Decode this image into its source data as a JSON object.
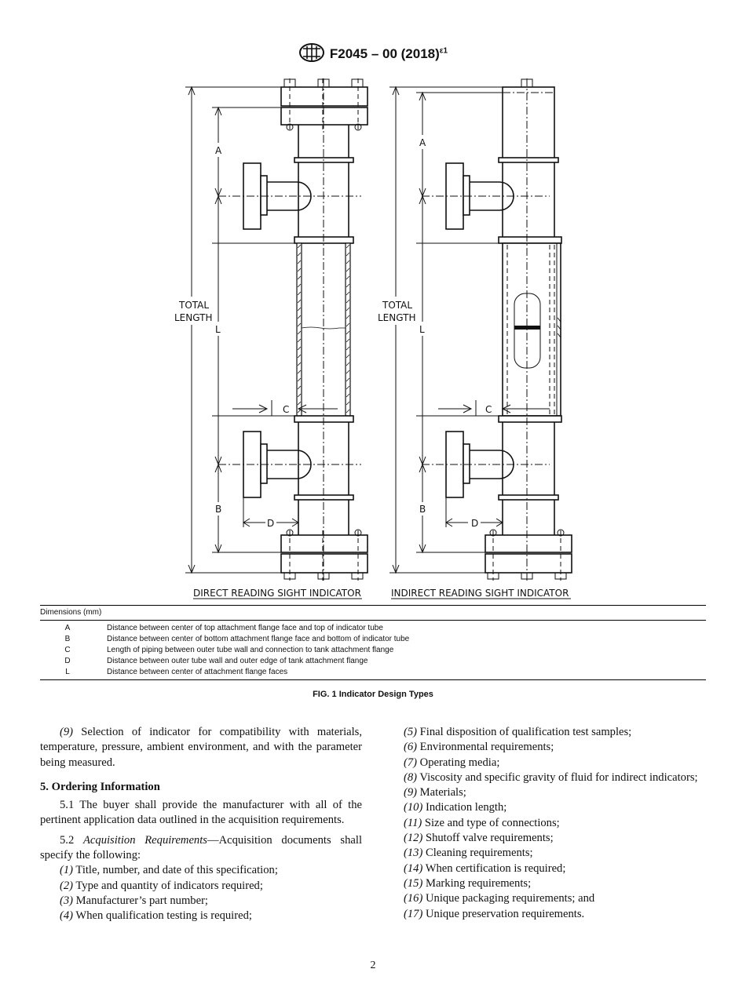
{
  "header": {
    "designation": "F2045 – 00 (2018)",
    "superscript": "ε1"
  },
  "figure": {
    "label_A": "A",
    "label_B": "B",
    "label_C": "C",
    "label_D": "D",
    "label_L": "L",
    "total_length_line1": "TOTAL",
    "total_length_line2": "LENGTH",
    "left_caption": "DIRECT READING SIGHT INDICATOR",
    "right_caption": "INDIRECT READING SIGHT INDICATOR"
  },
  "dimensions_table": {
    "caption": "Dimensions (mm)",
    "rows": [
      {
        "key": "A",
        "desc": "Distance between center of top attachment flange face and top of indicator tube"
      },
      {
        "key": "B",
        "desc": "Distance between center of bottom attachment flange face and bottom of indicator tube"
      },
      {
        "key": "C",
        "desc": "Length of piping between outer tube wall and connection to tank attachment flange"
      },
      {
        "key": "D",
        "desc": "Distance between outer tube wall and outer edge of tank attachment flange"
      },
      {
        "key": "L",
        "desc": "Distance between center of attachment flange faces"
      }
    ]
  },
  "figure_caption": "FIG. 1 Indicator Design Types",
  "left_column": {
    "item9_num": "(9)",
    "item9_text": " Selection of indicator for compatibility with materials, temperature, pressure, ambient environment, and with the parameter being measured.",
    "section_heading": "5. Ordering Information",
    "para_5_1": "5.1 The buyer shall provide the manufacturer with all of the pertinent application data outlined in the acquisition requirements.",
    "para_5_2_num": "5.2 ",
    "para_5_2_title": "Acquisition Requirements",
    "para_5_2_text": "—Acquisition documents shall specify the following:",
    "items": [
      {
        "num": "(1)",
        "text": " Title, number, and date of this specification;"
      },
      {
        "num": "(2)",
        "text": " Type and quantity of indicators required;"
      },
      {
        "num": "(3)",
        "text": " Manufacturer’s part number;"
      },
      {
        "num": "(4)",
        "text": " When qualification testing is required;"
      }
    ]
  },
  "right_column": {
    "items": [
      {
        "num": "(5)",
        "text": " Final disposition of qualification test samples;"
      },
      {
        "num": "(6)",
        "text": " Environmental requirements;"
      },
      {
        "num": "(7)",
        "text": " Operating media;"
      },
      {
        "num": "(8)",
        "text": " Viscosity and specific gravity of fluid for indirect indicators;"
      },
      {
        "num": "(9)",
        "text": " Materials;"
      },
      {
        "num": "(10)",
        "text": " Indication length;"
      },
      {
        "num": "(11)",
        "text": " Size and type of connections;"
      },
      {
        "num": "(12)",
        "text": " Shutoff valve requirements;"
      },
      {
        "num": "(13)",
        "text": " Cleaning requirements;"
      },
      {
        "num": "(14)",
        "text": " When certification is required;"
      },
      {
        "num": "(15)",
        "text": " Marking requirements;"
      },
      {
        "num": "(16)",
        "text": " Unique packaging requirements; and"
      },
      {
        "num": "(17)",
        "text": " Unique preservation requirements."
      }
    ]
  },
  "page_number": "2"
}
